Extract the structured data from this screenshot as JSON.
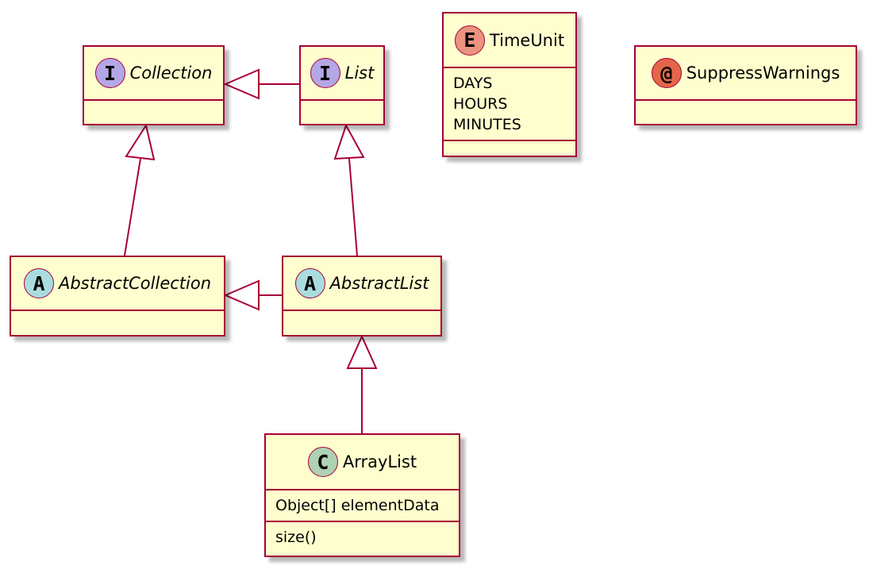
{
  "diagram": {
    "classes": {
      "collection": {
        "stereotype": "I",
        "name": "Collection",
        "badge_color": "#b4a7e5"
      },
      "list": {
        "stereotype": "I",
        "name": "List",
        "badge_color": "#b4a7e5"
      },
      "timeunit": {
        "stereotype": "E",
        "name": "TimeUnit",
        "badge_color": "#eb937f",
        "members": [
          "DAYS",
          "HOURS",
          "MINUTES"
        ]
      },
      "suppresswarnings": {
        "stereotype": "@",
        "name": "SuppressWarnings",
        "badge_color": "#e3664a"
      },
      "abstractcollection": {
        "stereotype": "A",
        "name": "AbstractCollection",
        "badge_color": "#a9dcdf"
      },
      "abstractlist": {
        "stereotype": "A",
        "name": "AbstractList",
        "badge_color": "#a9dcdf"
      },
      "arraylist": {
        "stereotype": "C",
        "name": "ArrayList",
        "badge_color": "#add1b2",
        "fields": [
          "Object[] elementData"
        ],
        "methods": [
          "size()"
        ]
      }
    },
    "colors": {
      "border": "#a80036",
      "fill": "#fefece",
      "line": "#a80036"
    }
  }
}
